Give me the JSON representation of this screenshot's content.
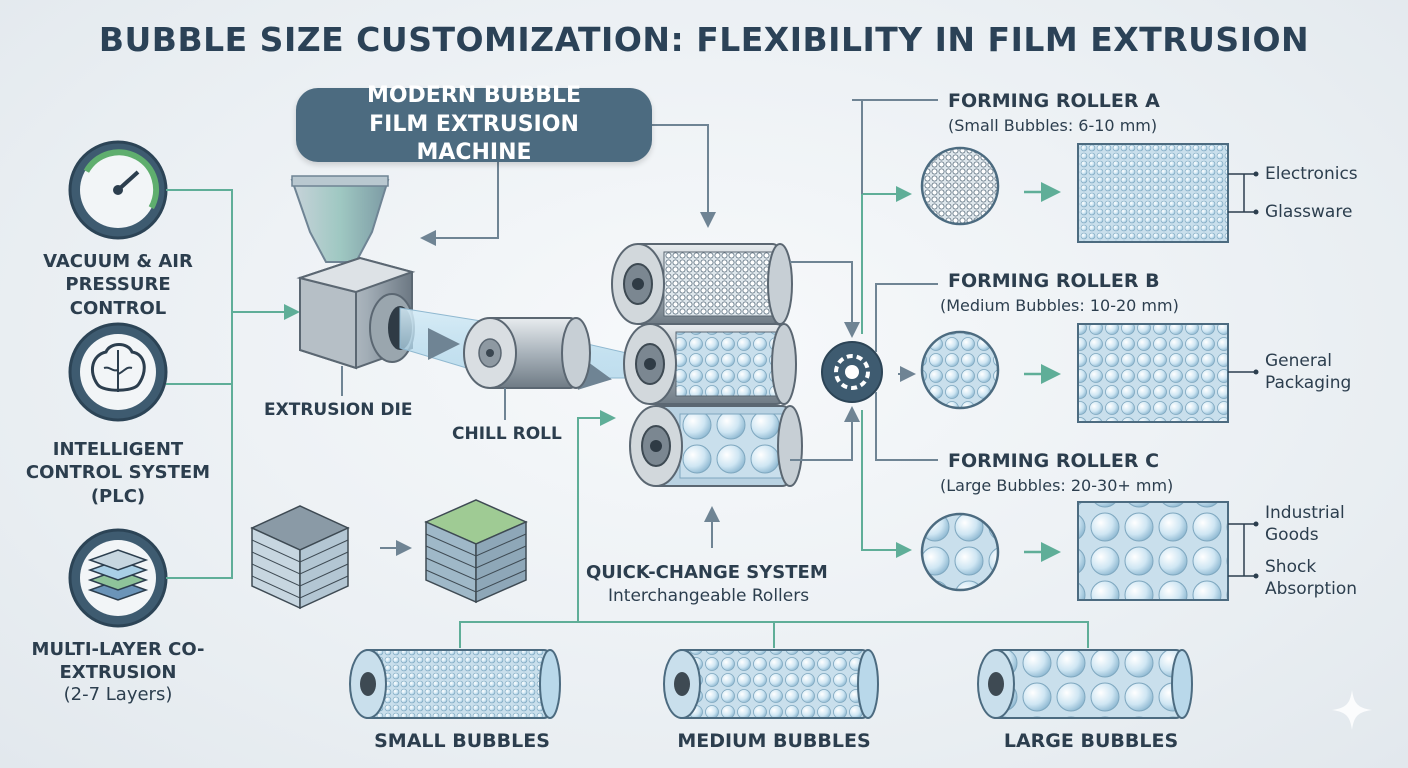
{
  "title": "BUBBLE SIZE CUSTOMIZATION: FLEXIBILITY IN FILM EXTRUSION",
  "machine": "MODERN BUBBLE FILM EXTRUSION MACHINE",
  "controls": {
    "vacuum": "VACUUM & AIR PRESSURE CONTROL",
    "plc": "INTELLIGENT CONTROL SYSTEM (PLC)",
    "multilayer": "MULTI-LAYER CO-EXTRUSION",
    "multilayer_sub": "(2-7 Layers)"
  },
  "components": {
    "die": "EXTRUSION DIE",
    "chill": "CHILL ROLL",
    "quick": "QUICK-CHANGE SYSTEM",
    "quick_sub": "Interchangeable Rollers"
  },
  "rollers": [
    {
      "name": "FORMING ROLLER A",
      "size": "(Small Bubbles: 6-10 mm)",
      "uses": [
        "Electronics",
        "Glassware"
      ]
    },
    {
      "name": "FORMING ROLLER B",
      "size": "(Medium Bubbles: 10-20 mm)",
      "uses": [
        "General Packaging"
      ]
    },
    {
      "name": "FORMING ROLLER C",
      "size": "(Large Bubbles: 20-30+ mm)",
      "uses": [
        "Industrial Goods",
        "Shock Absorption"
      ]
    }
  ],
  "rolls": [
    "SMALL BUBBLES",
    "MEDIUM BUBBLES",
    "LARGE BUBBLES"
  ],
  "icons": [
    "gauge-icon",
    "brain-icon",
    "layers-icon",
    "gear-icon",
    "sparkle-icon"
  ],
  "colors": {
    "accent": "#4c6b80",
    "teal_line": "#5fae98",
    "line": "#7d909e",
    "text": "#2c3e4e",
    "bubble": "#cfe4f0"
  }
}
